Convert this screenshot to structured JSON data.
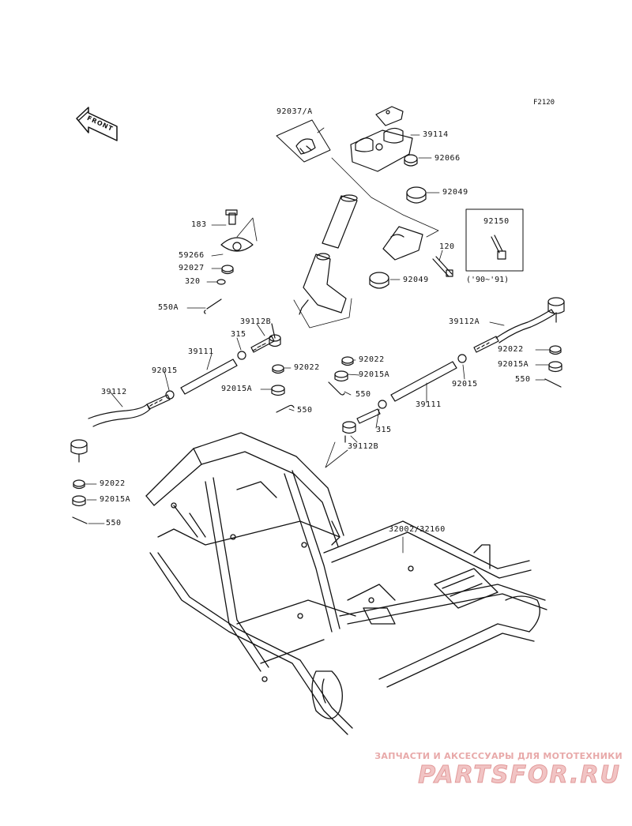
{
  "diagram": {
    "ref_code": "F2120",
    "front_label": "FRONT",
    "inset_years": "('90~'91)",
    "watermark_line1": "ЗАПЧАСТИ И АКСЕССУАРЫ ДЛЯ МОТОТЕХНИКИ",
    "watermark_line2": "PARTSFOR.RU",
    "labels": [
      {
        "id": "l1",
        "text": "92037/A"
      },
      {
        "id": "l2",
        "text": "39114"
      },
      {
        "id": "l3",
        "text": "92066"
      },
      {
        "id": "l4",
        "text": "92049"
      },
      {
        "id": "l5",
        "text": "92150"
      },
      {
        "id": "l6",
        "text": "120"
      },
      {
        "id": "l7",
        "text": "92049"
      },
      {
        "id": "l8",
        "text": "183"
      },
      {
        "id": "l9",
        "text": "59266"
      },
      {
        "id": "l10",
        "text": "92027"
      },
      {
        "id": "l11",
        "text": "320"
      },
      {
        "id": "l12",
        "text": "550A"
      },
      {
        "id": "l13",
        "text": "39112B"
      },
      {
        "id": "l14",
        "text": "315"
      },
      {
        "id": "l15",
        "text": "39111"
      },
      {
        "id": "l16",
        "text": "92022"
      },
      {
        "id": "l17",
        "text": "92015"
      },
      {
        "id": "l18",
        "text": "92015A"
      },
      {
        "id": "l19",
        "text": "550"
      },
      {
        "id": "l20",
        "text": "39112"
      },
      {
        "id": "l21",
        "text": "92022"
      },
      {
        "id": "l22",
        "text": "92015A"
      },
      {
        "id": "l23",
        "text": "550"
      },
      {
        "id": "l24",
        "text": "39112A"
      },
      {
        "id": "l25",
        "text": "92022"
      },
      {
        "id": "l26",
        "text": "92015A"
      },
      {
        "id": "l27",
        "text": "550"
      },
      {
        "id": "l28",
        "text": "92015"
      },
      {
        "id": "l29",
        "text": "39111"
      },
      {
        "id": "l30",
        "text": "315"
      },
      {
        "id": "l31",
        "text": "39112B"
      },
      {
        "id": "l32",
        "text": "92022"
      },
      {
        "id": "l33",
        "text": "92015A"
      },
      {
        "id": "l34",
        "text": "550"
      },
      {
        "id": "l35",
        "text": "32002/32160"
      }
    ]
  }
}
